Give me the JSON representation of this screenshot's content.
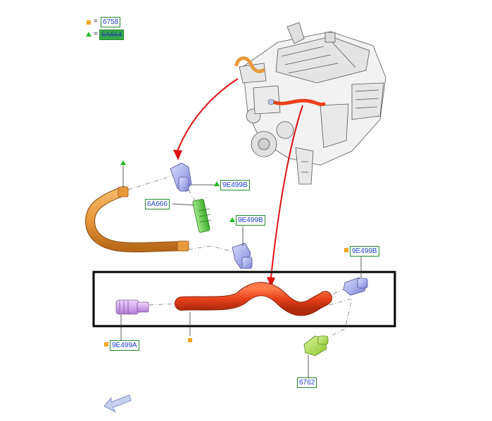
{
  "legend": {
    "square_code": "6758",
    "triangle_code": "6A664",
    "equals": "="
  },
  "callouts": {
    "upper_clamp_right": "9E499B",
    "upper_fitting": "6A666",
    "middle_clamp": "9E499B",
    "right_clamp": "9E499B",
    "left_clamp": "9E499A",
    "bottom_valve": "6762"
  },
  "colors": {
    "square_marker": "#f5a623",
    "triangle_marker": "#22bb22",
    "callout_text": "#1a3fd6",
    "callout_border": "#1f8a2a",
    "red_hose": "#e8401c",
    "orange_hose": "#e89a3c",
    "arrow_red": "#e01010",
    "frame": "#000000"
  },
  "icons": {
    "square": "orange-square-marker",
    "triangle": "green-triangle-marker",
    "nav": "back-arrow-icon"
  }
}
